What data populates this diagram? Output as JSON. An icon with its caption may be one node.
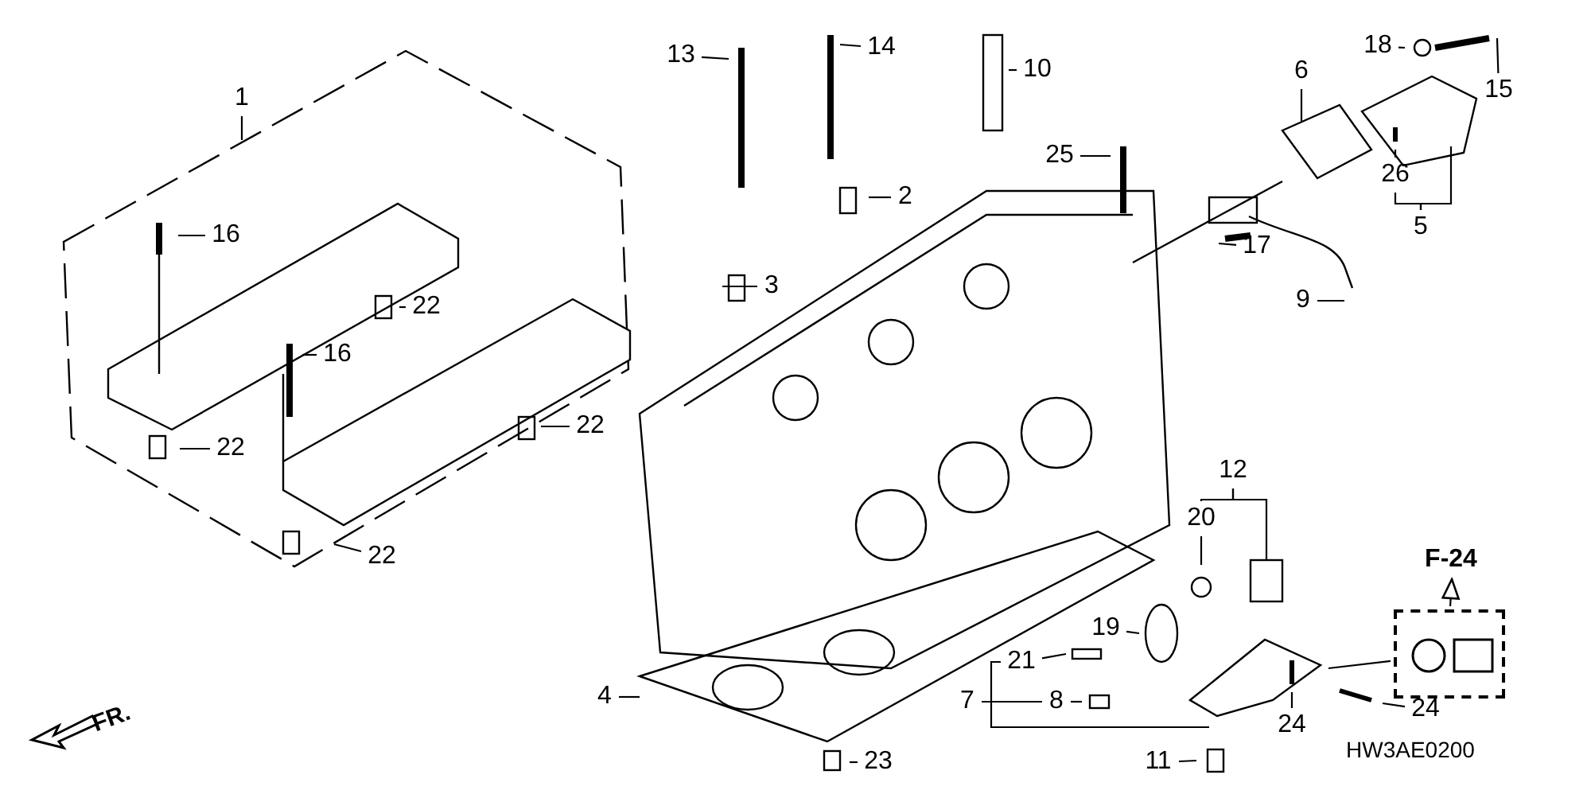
{
  "diagram": {
    "nodes": [
      {
        "text": [
          "13"
        ]
      },
      {
        "text": [
          "14"
        ]
      },
      {
        "text": [
          "10"
        ]
      },
      {
        "text": [
          "18"
        ]
      },
      {
        "text": [
          "15"
        ]
      },
      {
        "text": [
          "1"
        ]
      },
      {
        "text": [
          "6"
        ]
      },
      {
        "text": [
          "25"
        ]
      },
      {
        "text": [
          "2"
        ]
      },
      {
        "text": [
          "26"
        ]
      },
      {
        "text": [
          "16"
        ]
      },
      {
        "text": [
          "5"
        ]
      },
      {
        "text": [
          "17"
        ]
      },
      {
        "text": [
          "3"
        ]
      },
      {
        "text": [
          "22"
        ]
      },
      {
        "text": [
          "9"
        ]
      },
      {
        "text": [
          "16"
        ]
      },
      {
        "text": [
          "22"
        ]
      },
      {
        "text": [
          "22"
        ]
      },
      {
        "text": [
          "12"
        ]
      },
      {
        "text": [
          "20"
        ]
      },
      {
        "text": [
          "22"
        ]
      },
      {
        "text": [
          "F-24"
        ]
      },
      {
        "text": [],
        "shape": "box"
      },
      {
        "text": [
          "19"
        ]
      },
      {
        "text": [
          "21"
        ]
      },
      {
        "text": [
          "7"
        ]
      },
      {
        "text": [
          "8"
        ]
      },
      {
        "text": [
          "4"
        ]
      },
      {
        "text": [
          "24"
        ]
      },
      {
        "text": [
          "24"
        ]
      },
      {
        "text": [
          "23"
        ]
      },
      {
        "text": [
          "11"
        ]
      }
    ],
    "edges": [
      {
        "from": 0,
        "to": null,
        "arrow": "none"
      },
      {
        "from": 1,
        "to": null,
        "arrow": "none"
      },
      {
        "from": 2,
        "to": null,
        "arrow": "none"
      },
      {
        "from": 3,
        "to": null,
        "arrow": "none"
      },
      {
        "from": 4,
        "to": null,
        "arrow": "none"
      },
      {
        "from": 5,
        "to": null,
        "arrow": "none"
      },
      {
        "from": 6,
        "to": null,
        "arrow": "none"
      },
      {
        "from": 7,
        "to": null,
        "arrow": "none"
      },
      {
        "from": 8,
        "to": null,
        "arrow": "none"
      },
      {
        "from": 9,
        "to": null,
        "arrow": "none"
      },
      {
        "from": 11,
        "to": 9,
        "arrow": "none"
      },
      {
        "from": 11,
        "to": null,
        "arrow": "none"
      },
      {
        "from": 10,
        "to": null,
        "arrow": "none"
      },
      {
        "from": 12,
        "to": null,
        "arrow": "none"
      },
      {
        "from": 13,
        "to": null,
        "arrow": "none"
      },
      {
        "from": 14,
        "to": null,
        "arrow": "none"
      },
      {
        "from": 15,
        "to": null,
        "arrow": "none"
      },
      {
        "from": 16,
        "to": null,
        "arrow": "none"
      },
      {
        "from": 17,
        "to": null,
        "arrow": "none"
      },
      {
        "from": 18,
        "to": null,
        "arrow": "none"
      },
      {
        "from": 19,
        "to": 20,
        "arrow": "none"
      },
      {
        "from": 19,
        "to": null,
        "arrow": "none"
      },
      {
        "from": 20,
        "to": null,
        "arrow": "none"
      },
      {
        "from": 21,
        "to": null,
        "arrow": "none"
      },
      {
        "from": 23,
        "to": 22,
        "arrow": "to"
      },
      {
        "from": 24,
        "to": null,
        "arrow": "none"
      },
      {
        "from": 25,
        "to": null,
        "arrow": "none"
      },
      {
        "from": 26,
        "to": 27,
        "arrow": "none"
      },
      {
        "from": 26,
        "to": 25,
        "arrow": "none"
      },
      {
        "from": 26,
        "to": null,
        "arrow": "none"
      },
      {
        "from": 27,
        "to": null,
        "arrow": "none"
      },
      {
        "from": 28,
        "to": null,
        "arrow": "none"
      },
      {
        "from": null,
        "to": 23,
        "arrow": "none"
      },
      {
        "from": 29,
        "to": null,
        "arrow": "none"
      },
      {
        "from": 30,
        "to": null,
        "arrow": "none"
      },
      {
        "from": 31,
        "to": null,
        "arrow": "none"
      },
      {
        "from": 32,
        "to": null,
        "arrow": "none"
      }
    ],
    "labels": [
      "FR.",
      "HW3AE0200"
    ]
  }
}
